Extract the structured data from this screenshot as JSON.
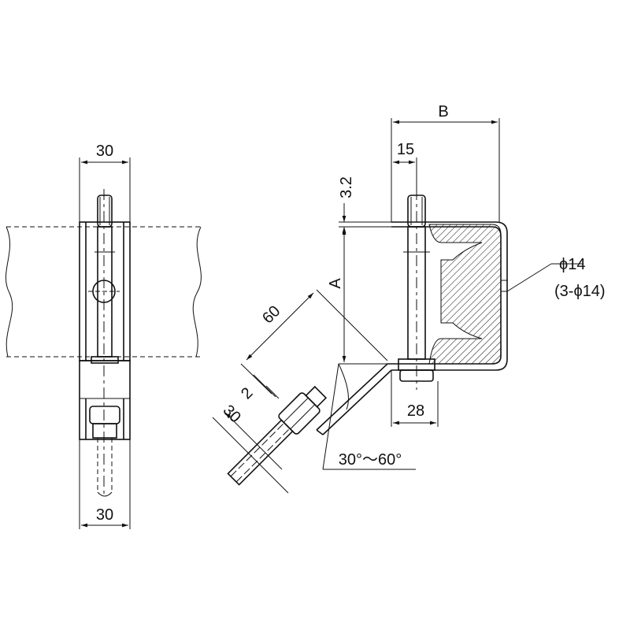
{
  "dimensions": {
    "front_top_width": "30",
    "front_bottom_width": "30",
    "side_B": "B",
    "side_15": "15",
    "side_3_2": "3.2",
    "side_A": "A",
    "side_60": "60",
    "side_2": "2",
    "side_30": "30",
    "side_28": "28",
    "angle_range": "30°〜60°",
    "hole_dia": "ϕ14",
    "hole_count": "(3-ϕ14)"
  }
}
